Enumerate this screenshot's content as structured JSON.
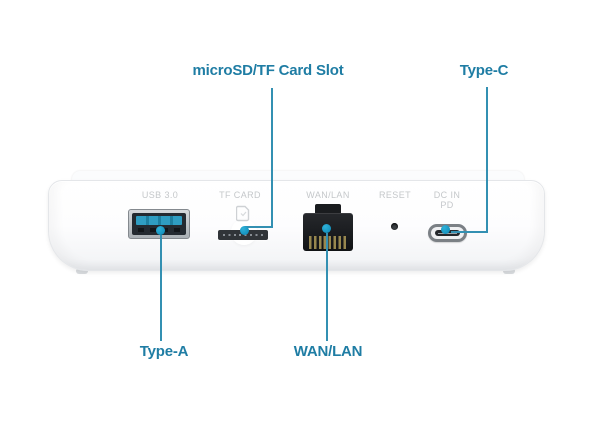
{
  "diagram": {
    "type": "product-port-callout-diagram",
    "callouts": {
      "microsd": "microSD/TF Card Slot",
      "type_c": "Type-C",
      "type_a": "Type-A",
      "wan_lan": "WAN/LAN"
    },
    "device_labels": {
      "usb": "USB 3.0",
      "tf_card": "TF CARD",
      "wan_lan": "WAN/LAN",
      "reset": "RESET",
      "dc_in": "DC IN",
      "pd": "PD"
    },
    "icons": {
      "usb_a_port": "usb-a-port-icon",
      "microsd_card": "microsd-card-icon",
      "microsd_slot": "microsd-slot-icon",
      "rj45_port": "rj45-port-icon",
      "reset_hole": "reset-hole-icon",
      "usb_c_port": "usb-c-port-icon",
      "marker": "marker-dot"
    },
    "colors": {
      "accent_text": "#1f7da4",
      "leader_line": "#3390b2",
      "marker_dot": "#1593bf",
      "usb3_tongue": "#2f9dc2",
      "device_label": "#c4c7ca",
      "background": "#ffffff"
    }
  }
}
